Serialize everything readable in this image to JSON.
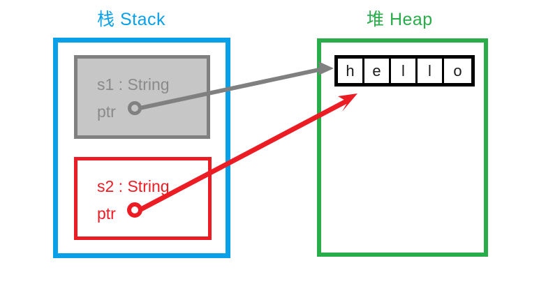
{
  "diagram": {
    "title": "Stack and Heap string pointer diagram",
    "regions": [
      {
        "id": "stack",
        "label": "栈 Stack",
        "color": "#0aa0e8"
      },
      {
        "id": "heap",
        "label": "堆 Heap",
        "color": "#29ad4b"
      }
    ],
    "stack": {
      "variables": [
        {
          "id": "s1",
          "title": "s1 : String",
          "field_label": "ptr",
          "border_color": "#808080",
          "fill_color": "#c6c6c6",
          "text_color": "#8a8a8a"
        },
        {
          "id": "s2",
          "title": "s2 : String",
          "field_label": "ptr",
          "border_color": "#ec1c24",
          "fill_color": "transparent",
          "text_color": "#ec1c24"
        }
      ]
    },
    "heap": {
      "string_value": "hello",
      "cells": [
        "h",
        "e",
        "l",
        "l",
        "o"
      ],
      "cell_border_color": "#000000"
    },
    "arrows": [
      {
        "id": "s1-ptr-to-heap",
        "from": "s1.ptr",
        "to": "heap-string",
        "color": "#808080"
      },
      {
        "id": "s2-ptr-to-heap",
        "from": "s2.ptr",
        "to": "heap-string",
        "color": "#ec1c24"
      }
    ]
  }
}
